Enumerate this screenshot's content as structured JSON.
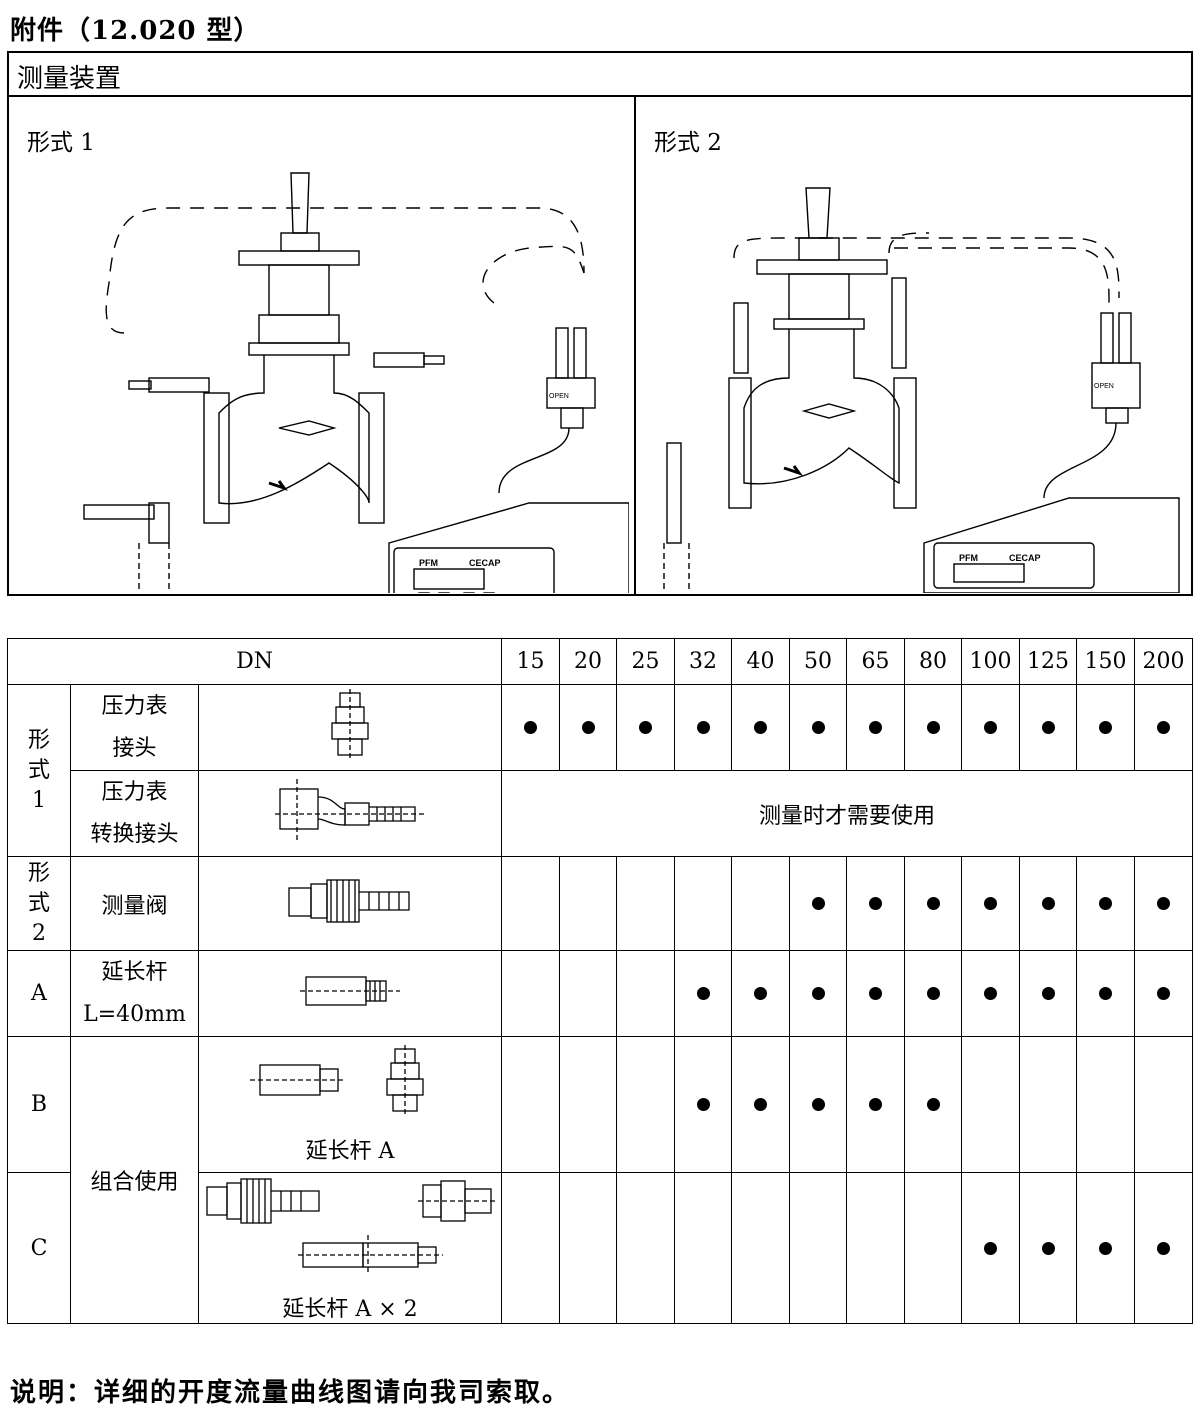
{
  "page": {
    "title": "附件（12.020 型）",
    "note": "说明：详细的开度流量曲线图请向我司索取。"
  },
  "panel": {
    "header": "测量装置",
    "form1_label": "形式 1",
    "form2_label": "形式 2",
    "device_brand": "PFM",
    "device_model": "CECAP",
    "device_open": "OPEN"
  },
  "table": {
    "dn_header": "DN",
    "dn": [
      "15",
      "20",
      "25",
      "32",
      "40",
      "50",
      "65",
      "80",
      "100",
      "125",
      "150",
      "200"
    ],
    "group1": "形式1",
    "group2": "形式2",
    "rows": [
      {
        "name_lines": [
          "压力表",
          "接头"
        ],
        "marks": [
          true,
          true,
          true,
          true,
          true,
          true,
          true,
          true,
          true,
          true,
          true,
          true
        ]
      },
      {
        "name_lines": [
          "压力表",
          "转换接头"
        ],
        "span_text": "测量时才需要使用"
      },
      {
        "name_lines": [
          "测量阀"
        ],
        "marks": [
          false,
          false,
          false,
          false,
          false,
          true,
          true,
          true,
          true,
          true,
          true,
          true
        ]
      },
      {
        "code": "A",
        "name_lines": [
          "延长杆",
          "L=40mm"
        ],
        "marks": [
          false,
          false,
          false,
          true,
          true,
          true,
          true,
          true,
          true,
          true,
          true,
          true
        ]
      },
      {
        "code": "B",
        "caption": "延长杆 A",
        "marks": [
          false,
          false,
          false,
          true,
          true,
          true,
          true,
          true,
          false,
          false,
          false,
          false
        ]
      },
      {
        "code": "C",
        "caption": "延长杆 A × 2",
        "marks": [
          false,
          false,
          false,
          false,
          false,
          false,
          false,
          false,
          true,
          true,
          true,
          true
        ]
      }
    ],
    "combo_label": "组合使用"
  }
}
